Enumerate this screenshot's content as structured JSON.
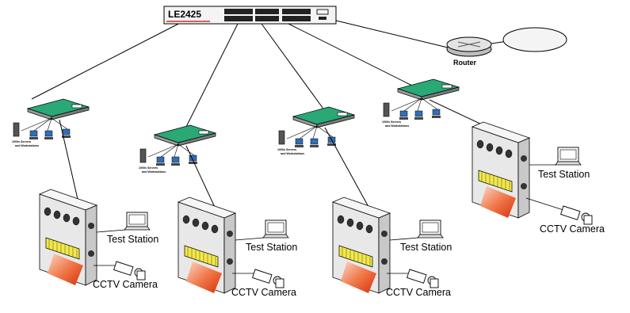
{
  "core_switch": {
    "label": "LE2425"
  },
  "router": {
    "label": "Router"
  },
  "sites": [
    {
      "servers_label_1": "1000s Servers",
      "servers_label_2": "and Workstations",
      "test_station": "Test Station",
      "camera": "CCTV Camera"
    },
    {
      "servers_label_1": "1000s Servers",
      "servers_label_2": "and Workstations",
      "test_station": "Test Station",
      "camera": "CCTV Camera"
    },
    {
      "servers_label_1": "1000s Servers",
      "servers_label_2": "and Workstations",
      "test_station": "Test Station",
      "camera": "CCTV Camera"
    },
    {
      "servers_label_1": "1000s Servers",
      "servers_label_2": "and Workstations",
      "test_station": "Test Station",
      "camera": "CCTV Camera"
    }
  ],
  "colors": {
    "switch_top": "#2aa876",
    "switch_side": "#9a9a9a",
    "cabinet": "#e8e8e8",
    "cabinet_panel": "#f2e84a",
    "beam": "#e8441a",
    "router": "#d8d8d8",
    "cloud": "#f4f4f4"
  }
}
